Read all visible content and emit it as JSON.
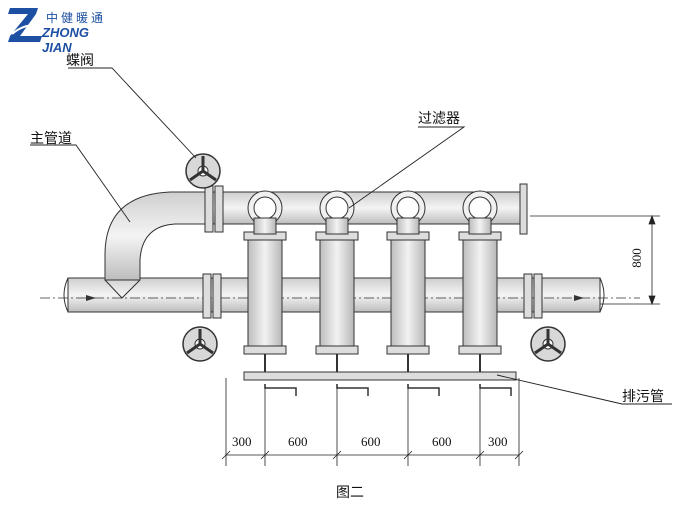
{
  "logo": {
    "text_cn": "中健暖通",
    "text_en": "ZHONG JIAN"
  },
  "labels": {
    "butterfly_valve": "蝶阀",
    "main_pipe": "主管道",
    "filter": "过滤器",
    "drain_pipe": "排污管",
    "caption": "图二"
  },
  "dimensions": {
    "height": "800",
    "spacing": [
      "300",
      "600",
      "600",
      "600",
      "300"
    ]
  }
}
